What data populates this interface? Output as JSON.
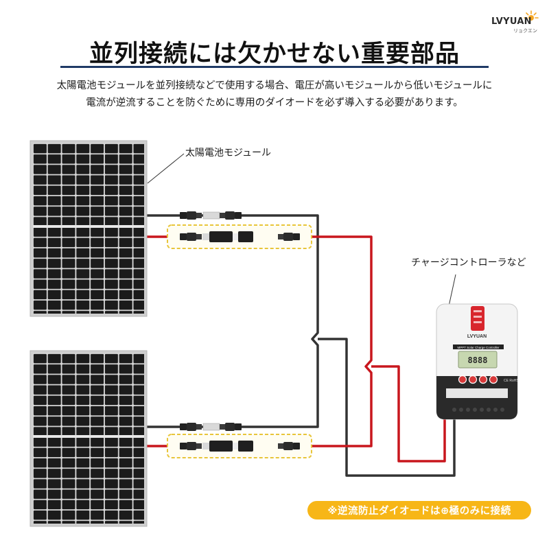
{
  "brand": {
    "name": "LVYUAN",
    "sub": "リョクエン"
  },
  "title": "並列接続には欠かせない重要部品",
  "description": {
    "line1": "太陽電池モジュールを並列接続などで使用する場合、電圧が高いモジュールから低いモジュールに",
    "line2": "電流が逆流することを防ぐために専用のダイオードを必ず導入する必要があります。"
  },
  "labels": {
    "solar_module": "太陽電池モジュール",
    "charge_controller": "チャージコントローラなど"
  },
  "note": "※逆流防止ダイオードは⊕極のみに接続",
  "controller": {
    "brand": "LVYUAN",
    "model_line": "MPPT  Solar Charge Controller",
    "display_digits": "8888",
    "badges": "CE RoHS"
  },
  "colors": {
    "positive_wire": "#c8161d",
    "negative_wire": "#333333",
    "diode_highlight": "#e8c53a",
    "title_rule": "#1f3a66",
    "note_badge": "#f7b617"
  },
  "icons": [
    "sun-logo-icon",
    "solar-panel",
    "mc4-connector",
    "diode-connector",
    "charge-controller"
  ]
}
